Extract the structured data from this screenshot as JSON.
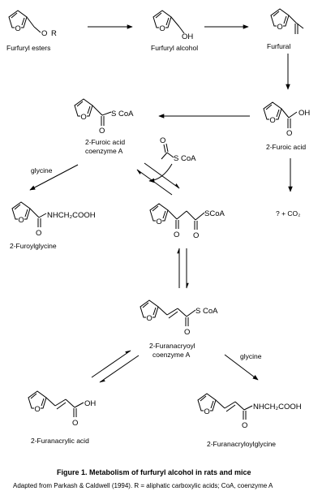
{
  "compounds": {
    "furfuryl_esters": "Furfuryl esters",
    "furfuryl_alcohol": "Furfuryl alcohol",
    "furfural": "Furfural",
    "furoic_acid": "2-Furoic acid",
    "furoic_coa_line1": "2-Furoic acid",
    "furoic_coa_line2": "coenzyme A",
    "furoylglycine": "2-Furoylglycine",
    "furanacryoyl_line1": "2-Furanacryoyl",
    "furanacryoyl_line2": "coenzyme A",
    "furanacrylic_acid": "2-Furanacrylic acid",
    "furanacryloylglycine": "2-Furanacryloylglycine"
  },
  "reagents": {
    "glycine_1": "glycine",
    "glycine_2": "glycine",
    "co2_products": "? + CO₂"
  },
  "atoms": {
    "o": "O",
    "oh": "OH",
    "r": "R",
    "scoa": "SCoA",
    "scoa_spaced": "S CoA",
    "glycine_chain": "NHCH₂COOH"
  },
  "caption": {
    "title": "Figure 1.  Metabolism of furfuryl alcohol in rats and mice",
    "note": "Adapted from Parkash & Caldwell (1994).  R = aliphatic carboxylic acids; CoA, coenzyme A"
  }
}
